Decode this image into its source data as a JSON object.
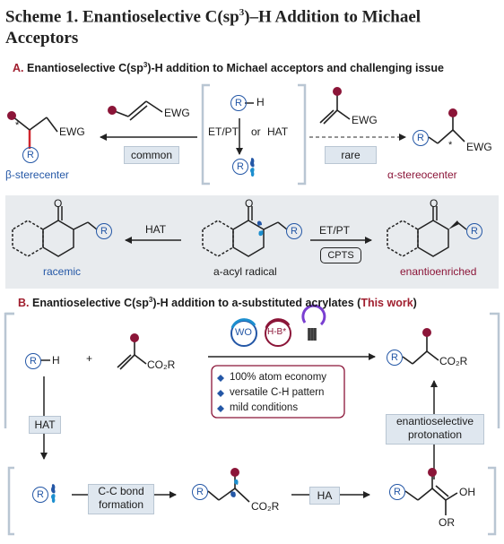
{
  "title": {
    "line1": "Scheme 1. Enantioselective C(sp",
    "sup": "3",
    "line1b": ")–H Addition to Michael",
    "line2": "Acceptors"
  },
  "sectionA": {
    "letter": "A.",
    "text_pre": "Enantioselective C(sp",
    "sup": "3",
    "text_post": ")-H addition to Michael acceptors and challenging issue"
  },
  "sectionB": {
    "letter": "B.",
    "text_pre": "Enantioselective C(sp",
    "sup": "3",
    "text_post": ")-H addition to a-substituted acrylates (",
    "emph": "This work",
    "close": ")"
  },
  "topRow": {
    "left_group": "EWG",
    "middle_reagent_group": "EWG",
    "common": "common",
    "et_pt": "ET/PT",
    "or": "or",
    "hat": "HAT",
    "rare": "rare",
    "right_group": "EWG",
    "beta_label": "β-sterecenter",
    "alpha_label": "α-stereocenter",
    "star": "*",
    "R": "R",
    "H": "H"
  },
  "panelRow": {
    "hat": "HAT",
    "et_pt": "ET/PT",
    "cpts": "CPTS",
    "racemic": "racemic",
    "acyl": "a-acyl radical",
    "enantio": "enantioenriched",
    "O": "O",
    "R": "R"
  },
  "bottom": {
    "R": "R",
    "H": "H",
    "plus": "+",
    "co2r": "CO₂R",
    "wo": "WO",
    "hb": "H-B*",
    "bullets": [
      "100% atom economy",
      "versatile C-H pattern",
      "mild conditions"
    ],
    "hat": "HAT",
    "cc_bond": [
      "C-C bond",
      "formation"
    ],
    "ha": "HA",
    "protonation": [
      "enantioselective",
      "protonation"
    ],
    "oh": "OH",
    "or": "OR"
  },
  "colors": {
    "maroon": "#8b1538",
    "blue": "#2457a6",
    "panel": "#e8ebee",
    "box": "#dfe7ef"
  }
}
